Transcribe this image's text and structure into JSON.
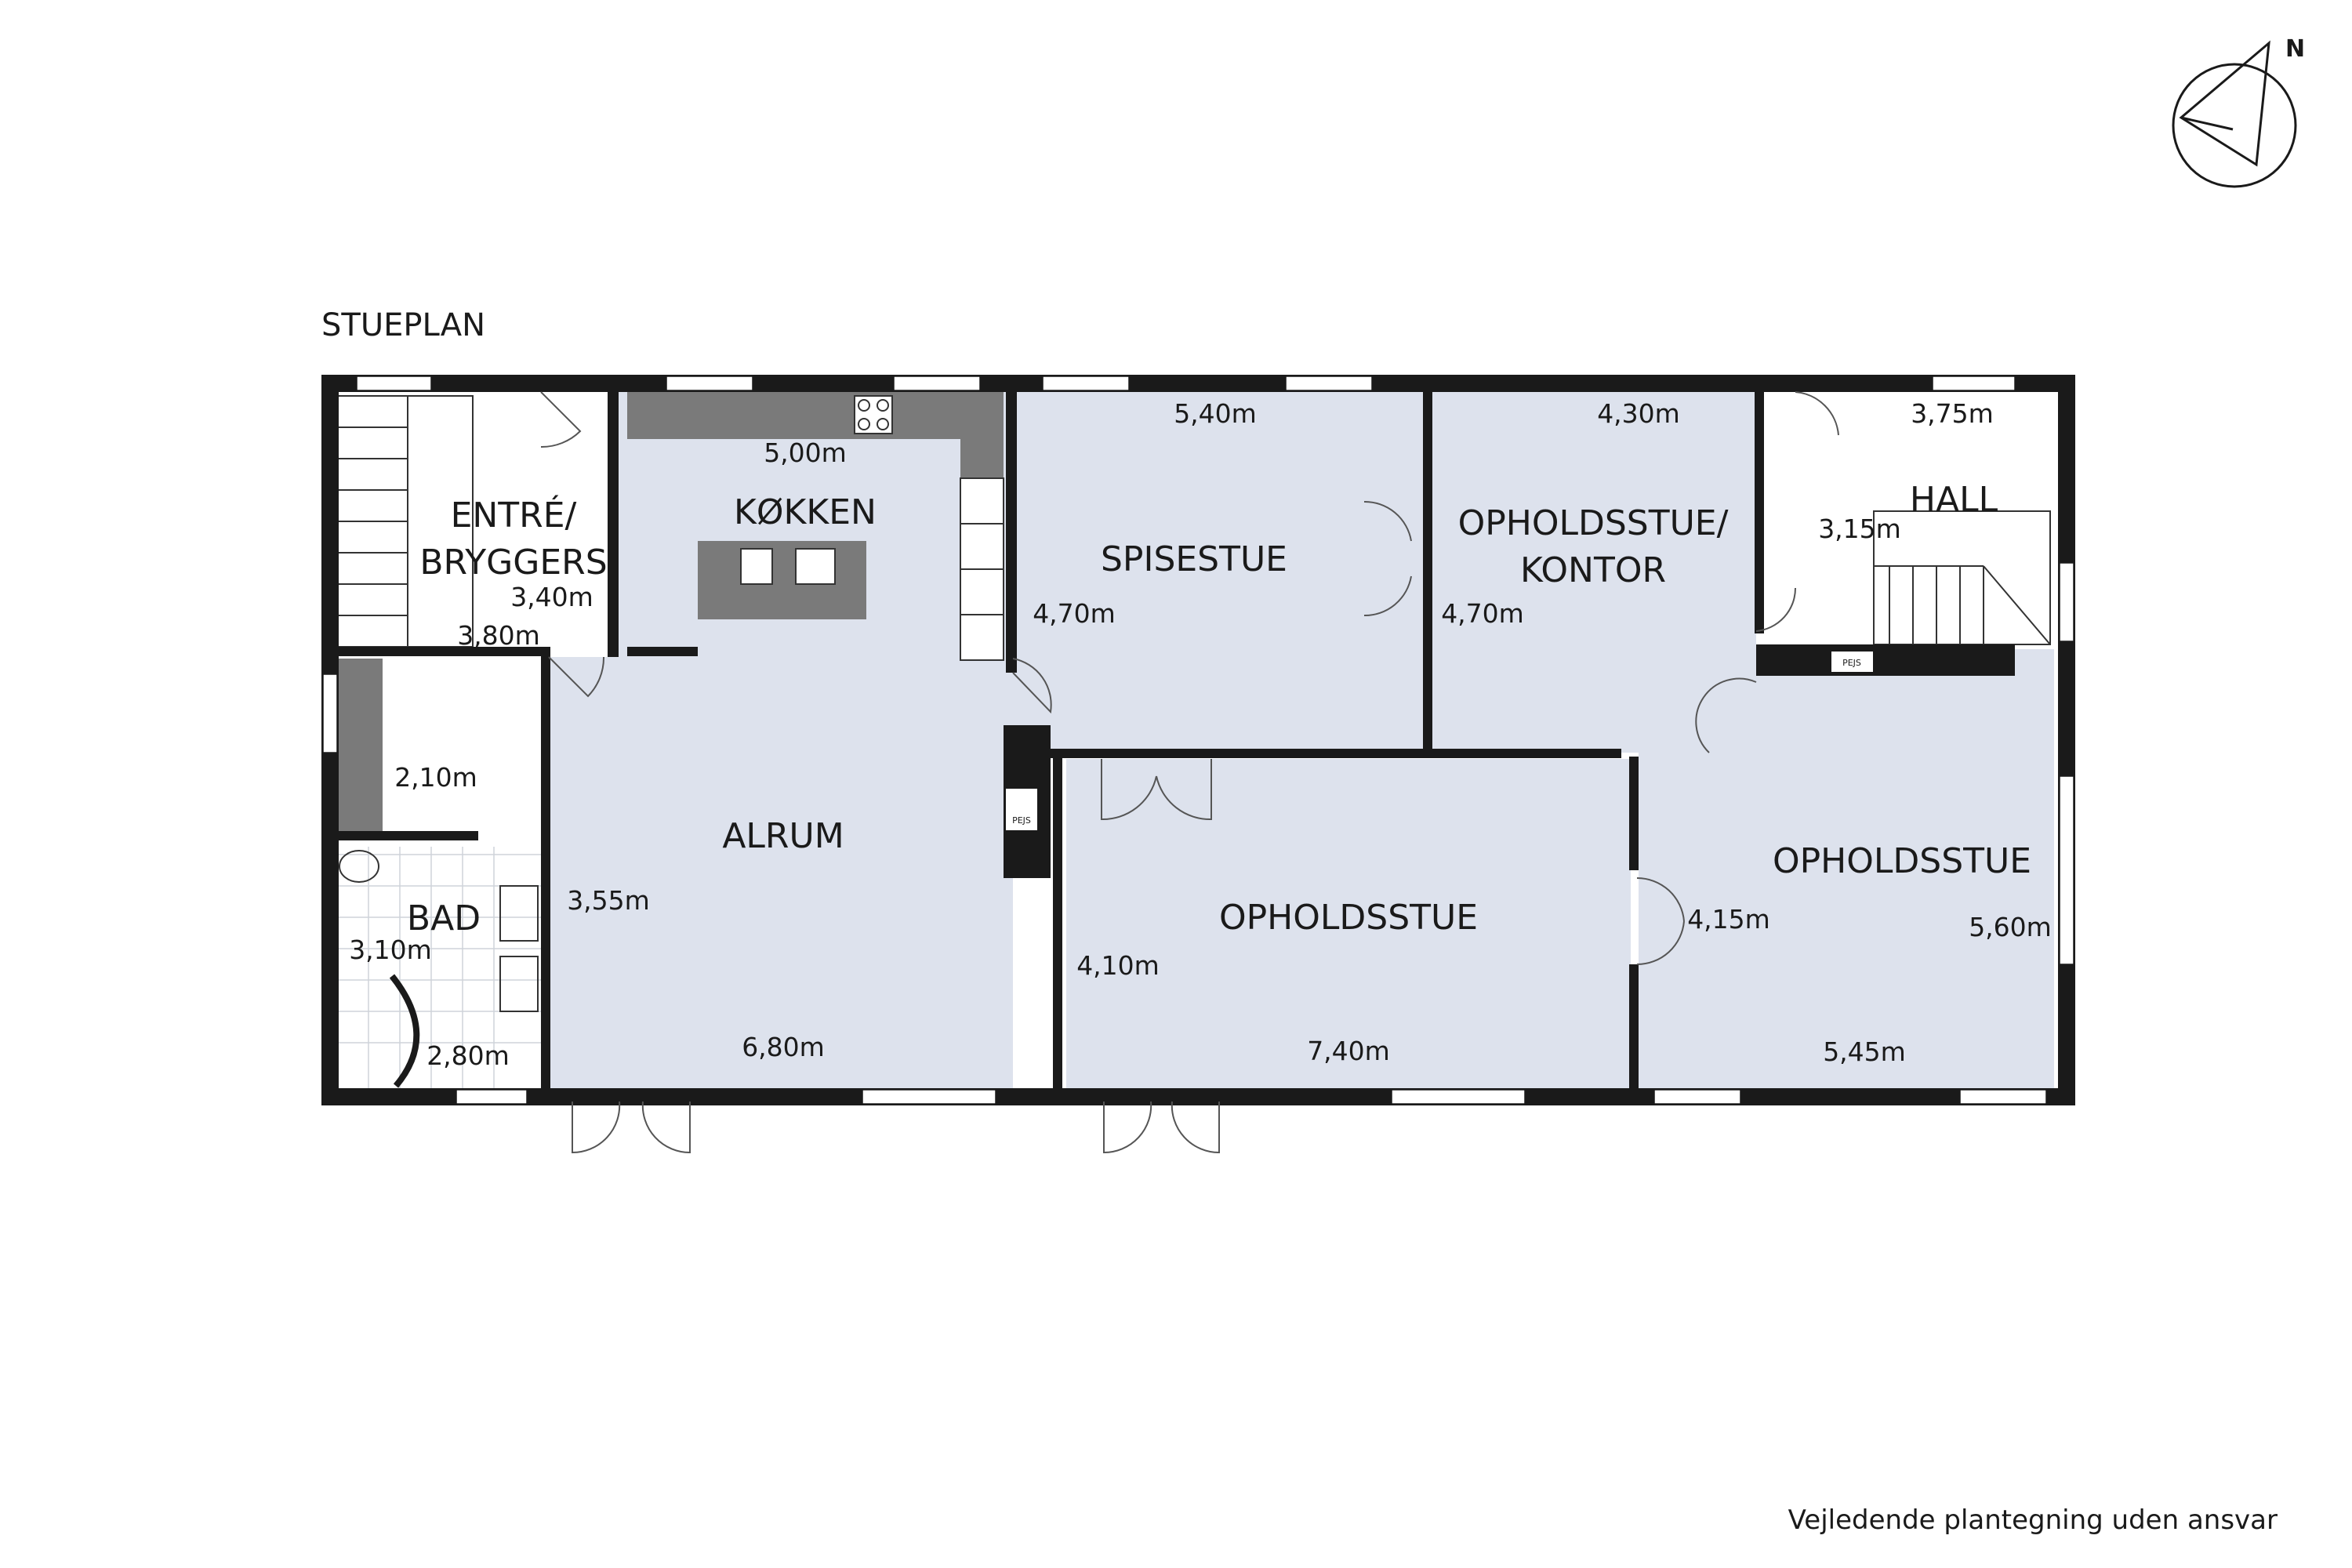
{
  "plan": {
    "title": "STUEPLAN",
    "disclaimer": "Vejledende plantegning uden ansvar",
    "compass_letter": "N",
    "fireplace_label": "PEJS"
  },
  "rooms": {
    "entre": {
      "name": "ENTRÉ/\nBRYGGERS",
      "name_line1": "ENTRÉ/",
      "name_line2": "BRYGGERS",
      "width": "3,80m",
      "depth": "3,40m"
    },
    "kokken": {
      "name": "KØKKEN",
      "width": "5,00m"
    },
    "spisestue": {
      "name": "SPISESTUE",
      "width": "5,40m",
      "depth": "4,70m"
    },
    "kontor": {
      "name_line1": "OPHOLDSSTUE/",
      "name_line2": "KONTOR",
      "width": "4,30m",
      "depth": "4,70m"
    },
    "hall": {
      "name": "HALL",
      "width": "3,75m",
      "depth": "3,15m"
    },
    "gang": {
      "depth": "2,10m"
    },
    "bad": {
      "name": "BAD",
      "depth": "3,10m",
      "width": "2,80m"
    },
    "alrum": {
      "name": "ALRUM",
      "depth": "3,55m",
      "width": "6,80m"
    },
    "opholdsstue_mid": {
      "name": "OPHOLDSSTUE",
      "depth": "4,10m",
      "width": "7,40m"
    },
    "opholdsstue_right": {
      "name": "OPHOLDSSTUE",
      "depth": "4,15m",
      "depth2": "5,60m",
      "width": "5,45m"
    }
  },
  "colors": {
    "wall": "#1a1a1a",
    "floor": "#dde2ed",
    "kitchen_counter": "#7a7a7a",
    "background": "#ffffff"
  }
}
